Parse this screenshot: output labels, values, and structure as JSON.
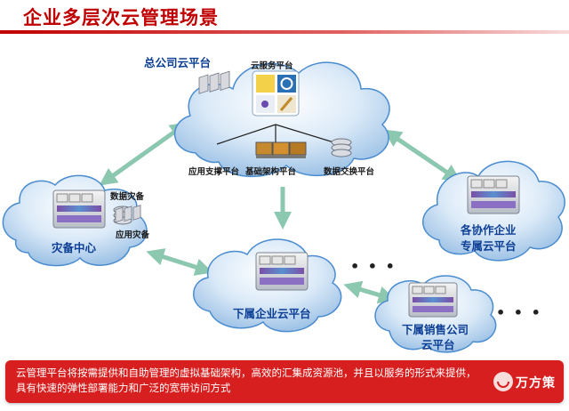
{
  "title": "企业多层次云管理场景",
  "clouds": {
    "hq": {
      "label": "总公司云平台"
    },
    "cloud_service": {
      "label": "云服务平台"
    },
    "app_support": {
      "label": "应用支撑平台"
    },
    "infra": {
      "label": "基础架构平台"
    },
    "data_exchange": {
      "label": "数据交换平台"
    },
    "dr": {
      "label": "灾备中心",
      "data_dr": "数据灾备",
      "app_dr": "应用灾备"
    },
    "partner": {
      "label_line1": "各协作企业",
      "label_line2": "专属云平台"
    },
    "subsidiary": {
      "label": "下属企业云平台"
    },
    "sales": {
      "label_line1": "下属销售公司",
      "label_line2": "云平台"
    }
  },
  "ellipsis": "• • •",
  "description": "云管理平台将按需提供和自助管理的虚拟基础架构，高效的汇集成资源池，并且以服务的形式来提供，具有快速的弹性部署能力和广泛的宽带访问方式",
  "watermark": "万方策",
  "colors": {
    "title": "#c00000",
    "banner": "#d81f1f",
    "arrow": "#8cc7b0",
    "cloud_edge": "#4a8ccf"
  }
}
